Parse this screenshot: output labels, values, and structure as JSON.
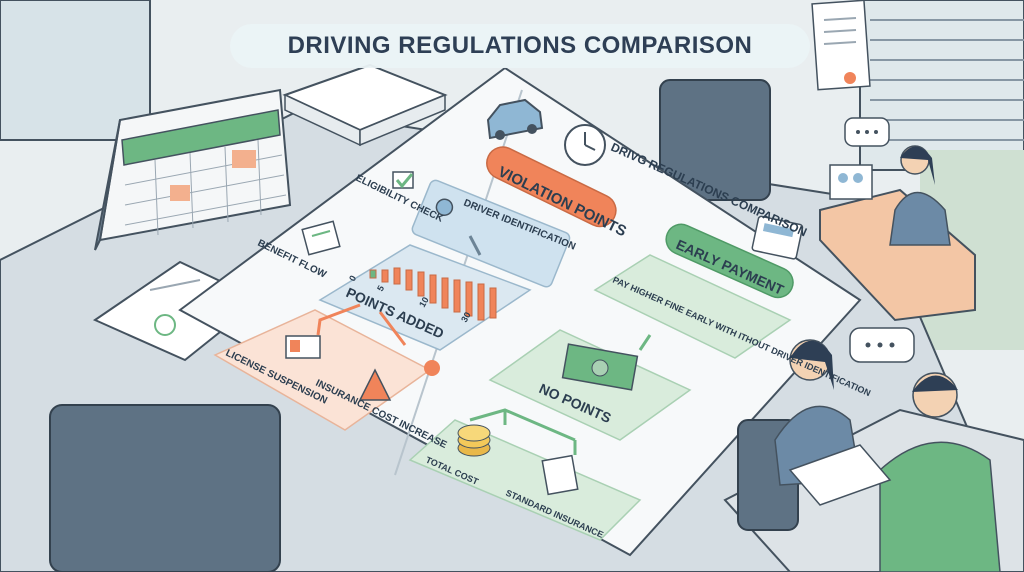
{
  "title": "DRIVING REGULATIONS COMPARISON",
  "poster_title": "DRIVG REGULATIONS COMPARISON",
  "left": {
    "eligibility": "ELIGIBILITY CHECK",
    "benefit": "BENEFIT FLOW",
    "violation_points": "VIOLATION POINTS",
    "driver_id": "DRIVER IDENTIFICATION",
    "points_added": "POINTS ADDED",
    "ticks": [
      "0",
      "5",
      "10",
      "30"
    ],
    "license": "LICENSE SUSPENSION",
    "insurance": "INSURANCE COST INCREASE"
  },
  "right": {
    "early_payment": "EARLY PAYMENT",
    "pay_higher": "PAY HIGHER FINE EARLY WITH ITHOUT DRIVER IDENTIFICATION",
    "no_points": "NO POINTS",
    "total_cost": "TOTAL COST",
    "standard_insurance": "STANDARD INSURANCE"
  },
  "colors": {
    "orange": "#f0845a",
    "green": "#6db783",
    "blue": "#cfe2ef",
    "ink": "#2c3e50"
  }
}
